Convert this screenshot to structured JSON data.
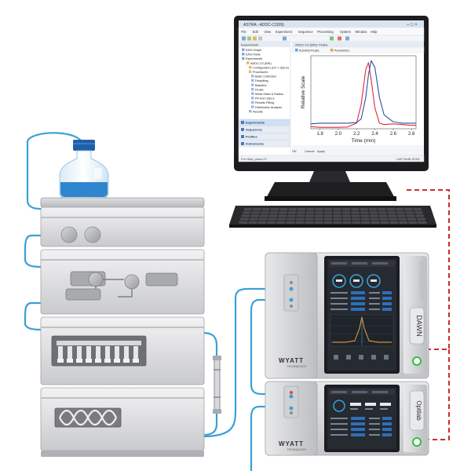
{
  "software": {
    "window_title": "ASTRA - ADDC-C2(09)",
    "menu": [
      "File",
      "Edit",
      "View",
      "Experiment",
      "Sequence",
      "Processing",
      "System",
      "Window",
      "Help"
    ],
    "tree": {
      "items": [
        "EASI Graph",
        "EASI Table",
        "Experiments",
        "ADDC-C2 (BIS)",
        "Configuration (UV + QELS)",
        "Procedures",
        "Basic Collection",
        "Despiking",
        "Baseline",
        "Peaks",
        "Molar Mass & Radius",
        "Rh from QELS",
        "Results Fitting",
        "Distribution Analysis",
        "Results"
      ]
    },
    "nav": [
      "Experiments",
      "Sequences",
      "Profiles",
      "Instruments"
    ],
    "doc_tab": "ADDC-C2 (BIS): Peaks",
    "toolbar": [
      "Autofind Peaks",
      "Parameters"
    ],
    "buttons": [
      "OK",
      "Cancel",
      "Apply"
    ],
    "status_left": "For Help, press F1",
    "status_right": "CAP NUM SCRL"
  },
  "colors": {
    "tubing": "#3aa0d6",
    "data_link": "#d42a2a",
    "series_red": "#e02a3a",
    "series_blue": "#2e4fa8",
    "fluid": "#2e86cf",
    "cap": "#1f5fa8",
    "led": "#2fbf3f"
  },
  "chart_data": {
    "type": "line",
    "x": [
      1.7,
      1.8,
      1.9,
      2.0,
      2.1,
      2.2,
      2.25,
      2.3,
      2.33,
      2.36,
      2.4,
      2.45,
      2.5,
      2.6,
      2.7,
      2.8,
      2.85
    ],
    "series": [
      {
        "values": [
          0.03,
          0.02,
          0.02,
          0.02,
          0.025,
          0.08,
          0.35,
          0.85,
          0.95,
          0.7,
          0.3,
          0.08,
          0.06,
          0.07,
          0.06,
          0.05,
          0.05
        ]
      },
      {
        "values": [
          0.07,
          0.08,
          0.08,
          0.08,
          0.08,
          0.09,
          0.14,
          0.45,
          0.78,
          0.98,
          0.88,
          0.45,
          0.2,
          0.1,
          0.08,
          0.08,
          0.08
        ]
      }
    ],
    "xlabel": "Time (min)",
    "ylabel": "Relative Scale",
    "xticks": [
      "1.8",
      "2.0",
      "2.2",
      "2.4",
      "2.6",
      "2.8"
    ],
    "xlim": [
      1.7,
      2.85
    ],
    "ylim": [
      0,
      1.05
    ],
    "grid": false,
    "legend": "none"
  },
  "brands": {
    "detector": "WYATT",
    "detector_sub": "TECHNOLOGY"
  },
  "detectors": [
    {
      "label": "DAWN"
    },
    {
      "label": "Optilab"
    }
  ]
}
